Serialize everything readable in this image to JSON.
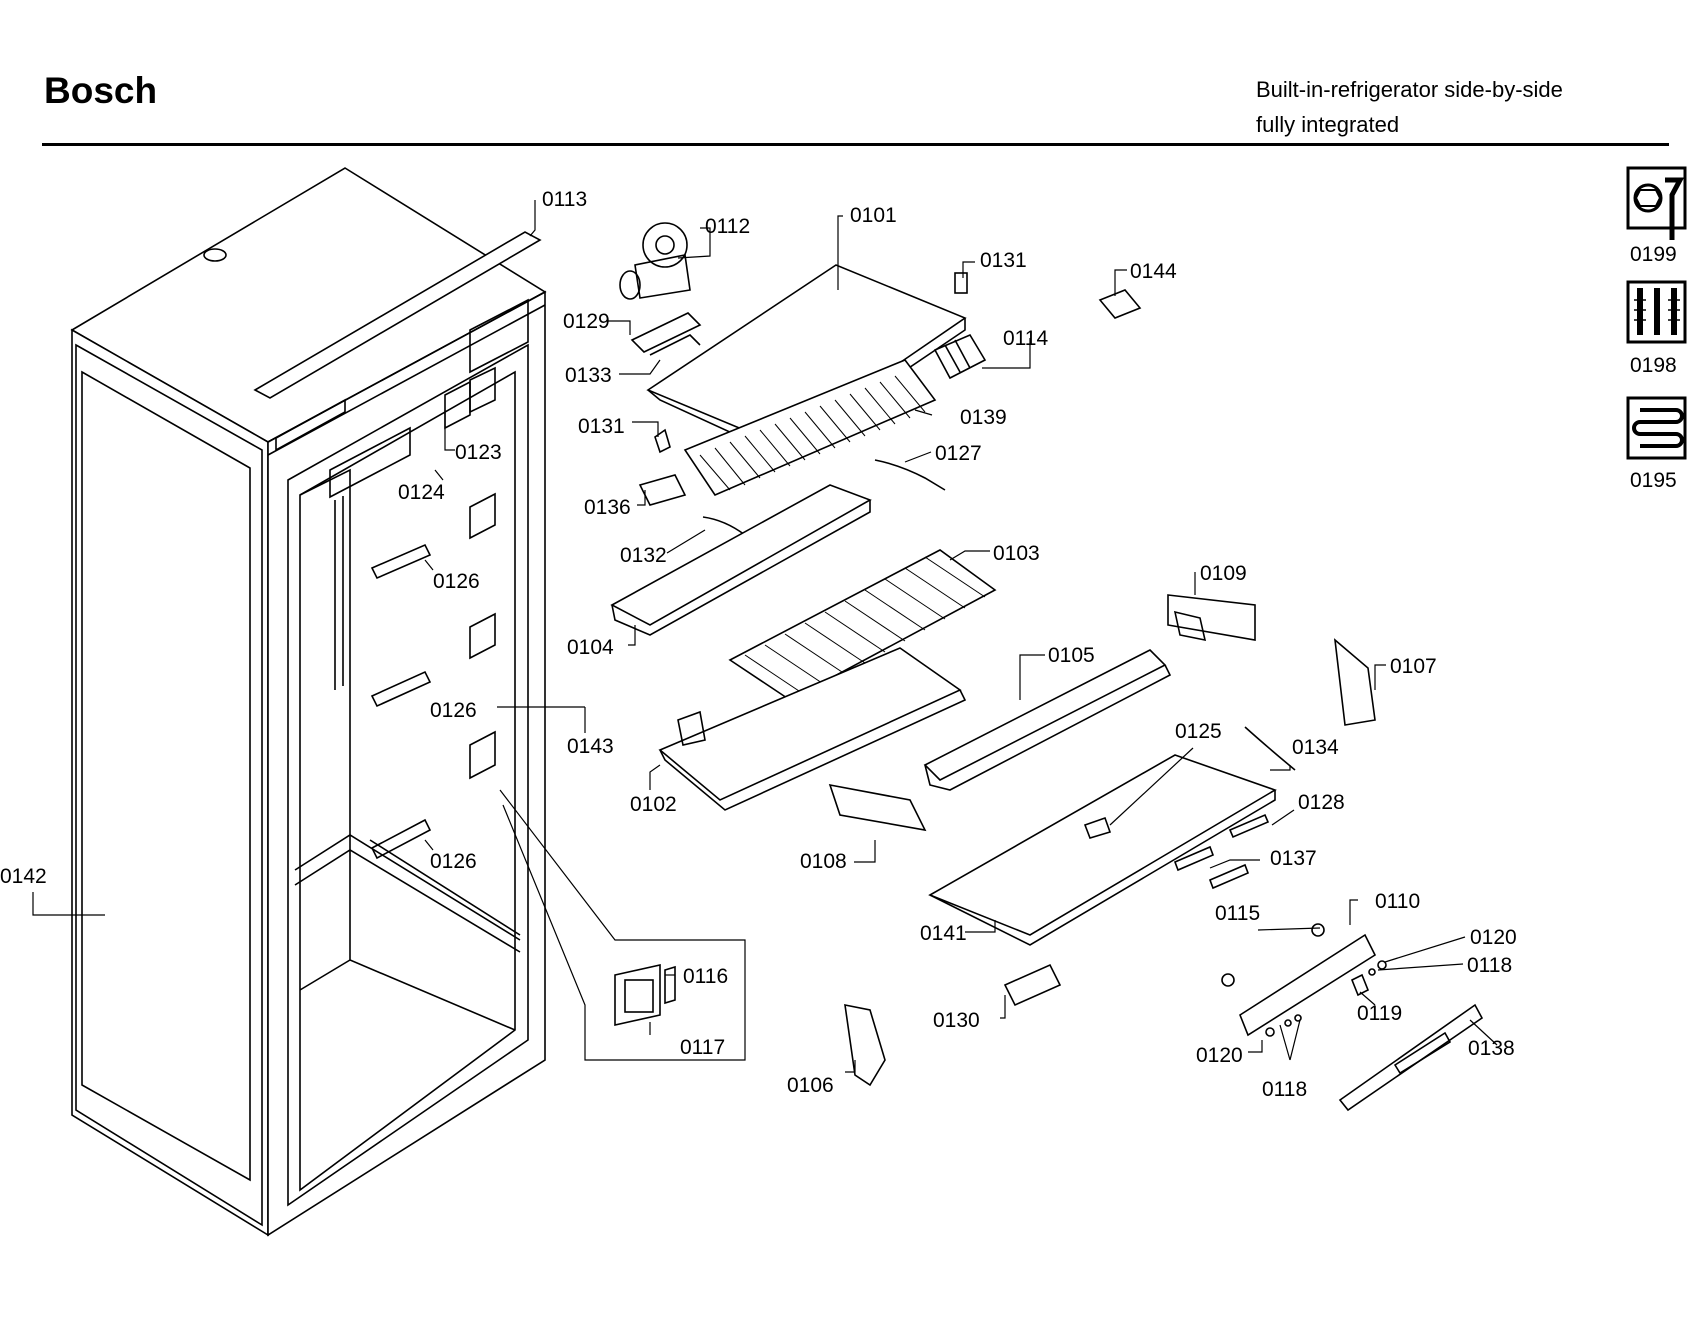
{
  "header": {
    "brand": "Bosch",
    "subtitle_line1": "Built-in-refrigerator side-by-side",
    "subtitle_line2": "fully integrated"
  },
  "side_icons": [
    {
      "icon": "wrench-nut-icon",
      "code": "0199"
    },
    {
      "icon": "screws-icon",
      "code": "0198"
    },
    {
      "icon": "coil-icon",
      "code": "0195"
    }
  ],
  "part_labels": [
    "0113",
    "0112",
    "0101",
    "0131",
    "0144",
    "0129",
    "0114",
    "0133",
    "0139",
    "0131",
    "0123",
    "0127",
    "0124",
    "0136",
    "0132",
    "0103",
    "0126",
    "0109",
    "0104",
    "0105",
    "0107",
    "0126",
    "0143",
    "0125",
    "0134",
    "0102",
    "0128",
    "0126",
    "0108",
    "0137",
    "0142",
    "0115",
    "0110",
    "0141",
    "0116",
    "0120",
    "0118",
    "0119",
    "0130",
    "0117",
    "0138",
    "0120",
    "0118",
    "0106"
  ]
}
